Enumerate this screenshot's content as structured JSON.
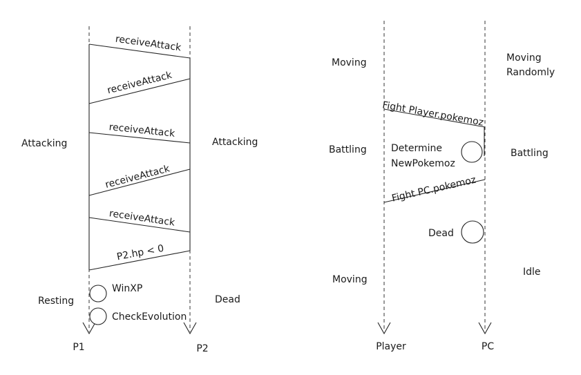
{
  "left_diagram": {
    "participants": [
      {
        "id": "p1",
        "label": "P1"
      },
      {
        "id": "p2",
        "label": "P2"
      }
    ],
    "messages": [
      {
        "label": "receiveAttack"
      },
      {
        "label": "receiveAttack"
      },
      {
        "label": "receiveAttack"
      },
      {
        "label": "receiveAttack"
      },
      {
        "label": "receiveAttack"
      },
      {
        "label": "P2.hp < 0"
      }
    ],
    "states": {
      "p1_attacking": "Attacking",
      "p2_attacking": "Attacking",
      "p1_resting": "Resting",
      "p2_dead": "Dead"
    },
    "actions": [
      {
        "label": "WinXP"
      },
      {
        "label": "CheckEvolution"
      }
    ]
  },
  "right_diagram": {
    "participants": [
      {
        "id": "player",
        "label": "Player"
      },
      {
        "id": "pc",
        "label": "PC"
      }
    ],
    "messages": [
      {
        "label": "Fight Player.pokemoz"
      },
      {
        "label": "Fight PC.pokemoz"
      }
    ],
    "states": {
      "player_moving_top": "Moving",
      "pc_moving_randomly_line1": "Moving",
      "pc_moving_randomly_line2": "Randomly",
      "player_battling": "Battling",
      "pc_battling": "Battling",
      "player_moving_bottom": "Moving",
      "pc_idle": "Idle"
    },
    "actions": [
      {
        "label_line1": "Determine",
        "label_line2": "NewPokemoz"
      },
      {
        "label": "Dead"
      }
    ]
  }
}
